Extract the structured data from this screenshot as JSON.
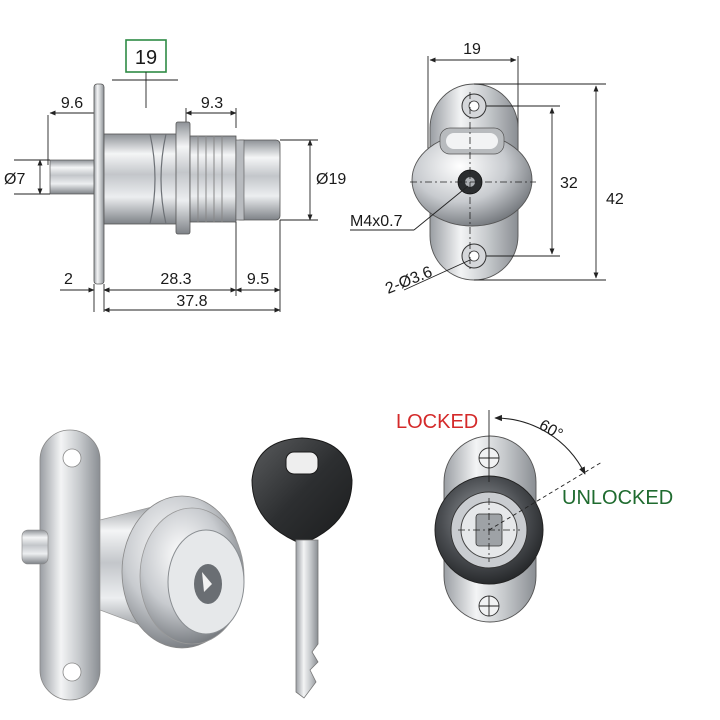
{
  "side_view": {
    "part_number": "19",
    "dim_flange_to_cylinder": "9.6",
    "dim_cylinder_segment": "9.3",
    "dim_shaft_diameter": "Ø7",
    "dim_body_diameter": "Ø19",
    "dim_flange_thickness": "2",
    "dim_body_length": "28.3",
    "dim_plunger_travel": "9.5",
    "dim_total_length": "37.8"
  },
  "front_view": {
    "dim_width": "19",
    "dim_hole_spacing": "32",
    "dim_height": "42",
    "dim_screw_thread": "M4x0.7",
    "dim_mount_holes": "2-Ø3.6"
  },
  "rotation_view": {
    "locked_label": "LOCKED",
    "unlocked_label": "UNLOCKED",
    "angle_label": "60°",
    "locked_color": "#d42a2a",
    "unlocked_color": "#1f6b2f"
  },
  "colors": {
    "badge_border": "#2e8b45",
    "dimension_lines": "#222222",
    "key_head": "#3a3a3a",
    "metal": "#c9ccd1"
  }
}
